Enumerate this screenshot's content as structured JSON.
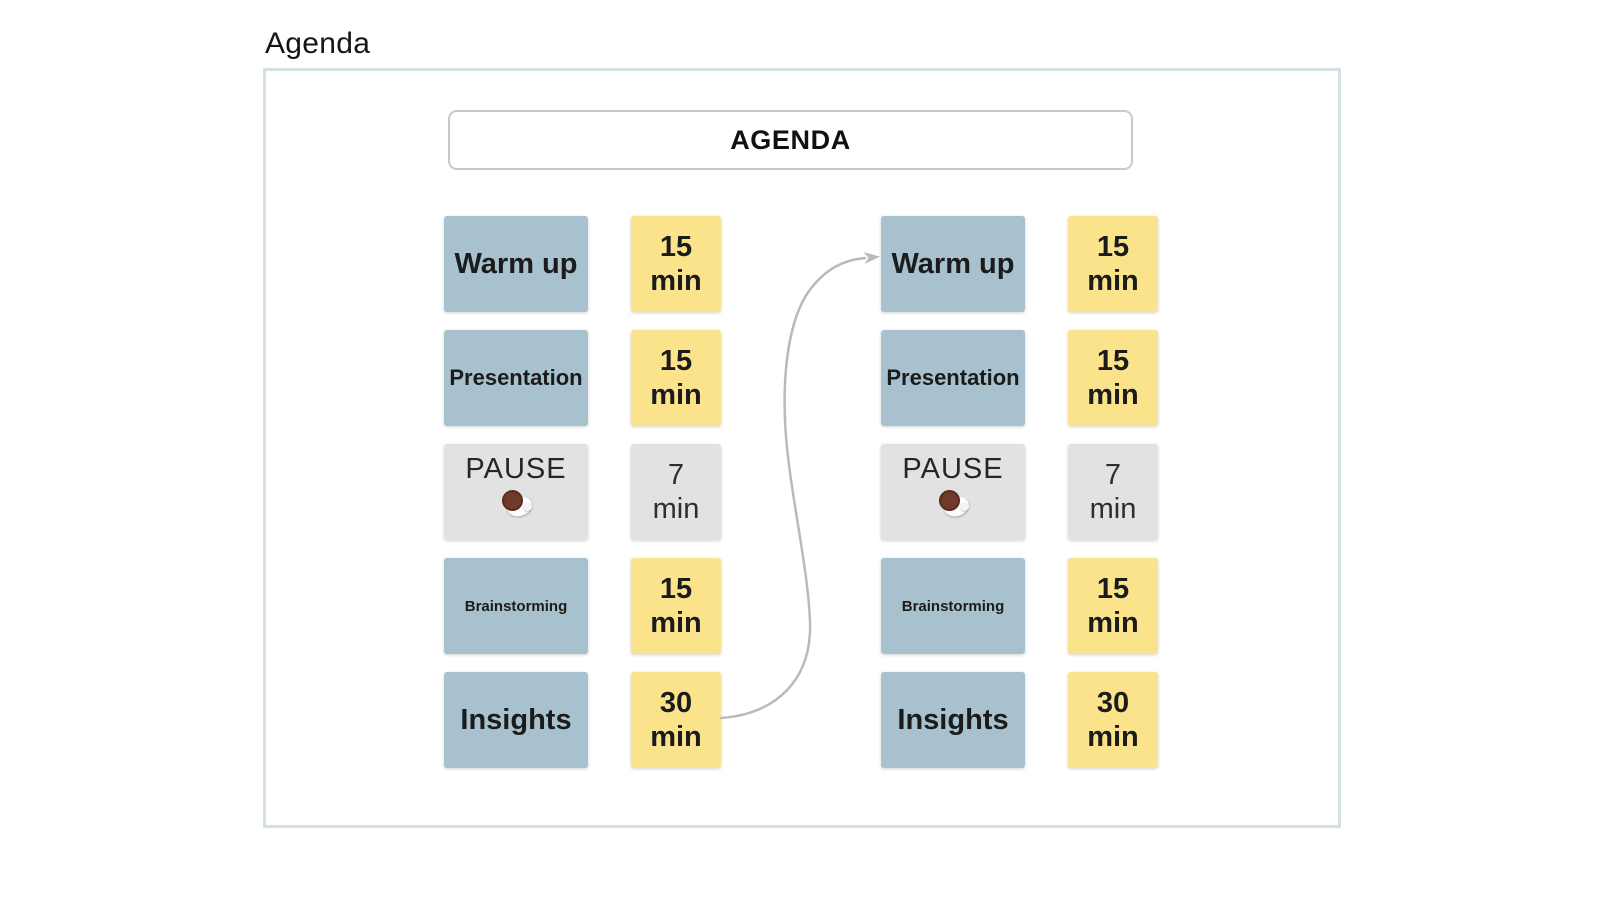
{
  "page_title": "Agenda",
  "slide": {
    "header_title": "AGENDA",
    "groups": [
      {
        "items": [
          {
            "label": "Warm up",
            "time_value": "15",
            "time_unit": "min"
          },
          {
            "label": "Presentation",
            "time_value": "15",
            "time_unit": "min"
          },
          {
            "label": "PAUSE",
            "time_value": "7",
            "time_unit": "min",
            "icon": "coffee-cup"
          },
          {
            "label": "Brainstorming",
            "time_value": "15",
            "time_unit": "min"
          },
          {
            "label": "Insights",
            "time_value": "30",
            "time_unit": "min"
          }
        ]
      },
      {
        "items": [
          {
            "label": "Warm up",
            "time_value": "15",
            "time_unit": "min"
          },
          {
            "label": "Presentation",
            "time_value": "15",
            "time_unit": "min"
          },
          {
            "label": "PAUSE",
            "time_value": "7",
            "time_unit": "min",
            "icon": "coffee-cup"
          },
          {
            "label": "Brainstorming",
            "time_value": "15",
            "time_unit": "min"
          },
          {
            "label": "Insights",
            "time_value": "30",
            "time_unit": "min"
          }
        ]
      }
    ],
    "colors": {
      "session_box": "#a8c1ce",
      "time_box": "#fae38a",
      "pause_box": "#e2e2e2",
      "slide_border": "#d3e2e5",
      "arrow": "#bababa",
      "coffee": "#6f3a29"
    }
  }
}
